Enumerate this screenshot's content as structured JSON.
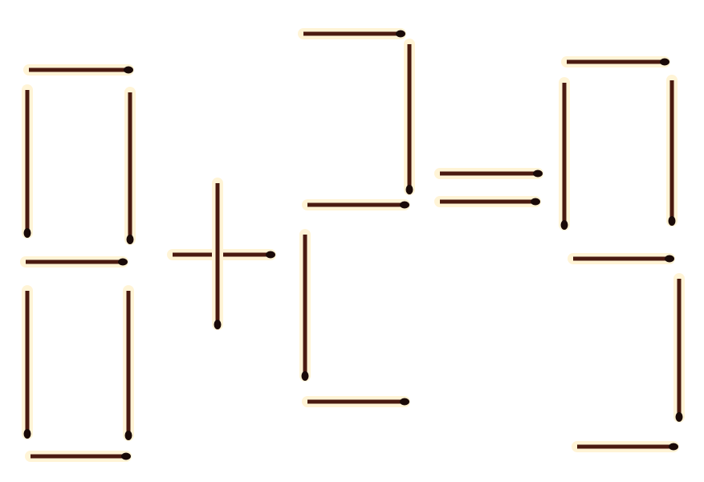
{
  "puzzle": {
    "type": "matchstick-equation",
    "equation": "8+2=9",
    "colors": {
      "background": "#ffffff",
      "stick": "#4a1a10",
      "stick_head": "#1a0a08",
      "glow": "#fff4d6"
    },
    "groups": [
      {
        "id": "digit-1",
        "kind": "digit",
        "value": "8",
        "sticks": 7
      },
      {
        "id": "operator-plus",
        "kind": "operator",
        "value": "+",
        "sticks": 2
      },
      {
        "id": "digit-2",
        "kind": "digit",
        "value": "2",
        "sticks": 5
      },
      {
        "id": "operator-equals",
        "kind": "operator",
        "value": "=",
        "sticks": 2
      },
      {
        "id": "digit-3",
        "kind": "digit",
        "value": "9",
        "sticks": 6
      }
    ]
  }
}
